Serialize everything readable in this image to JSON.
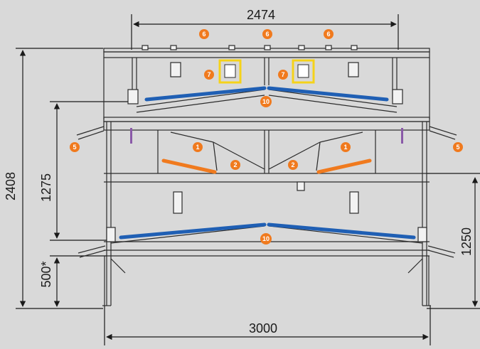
{
  "dimensions": {
    "top_width": "2474",
    "bottom_width": "3000",
    "total_height": "2408",
    "tier_height": "1275",
    "foot_height": "500*",
    "right_height": "1250"
  },
  "markers": [
    {
      "label": "6"
    },
    {
      "label": "6"
    },
    {
      "label": "6"
    },
    {
      "label": "7"
    },
    {
      "label": "7"
    },
    {
      "label": "10"
    },
    {
      "label": "10"
    },
    {
      "label": "5"
    },
    {
      "label": "5"
    },
    {
      "label": "1"
    },
    {
      "label": "1"
    },
    {
      "label": "2"
    },
    {
      "label": "2"
    }
  ],
  "colors": {
    "background": "#d9d9d9",
    "line": "#2b2b2b",
    "marker": "#f07a1e",
    "belt_blue": "#1f5fb4",
    "belt_orange": "#f07a1e",
    "highlight": "#f5d21a",
    "accent_purple": "#8a5aa8"
  }
}
